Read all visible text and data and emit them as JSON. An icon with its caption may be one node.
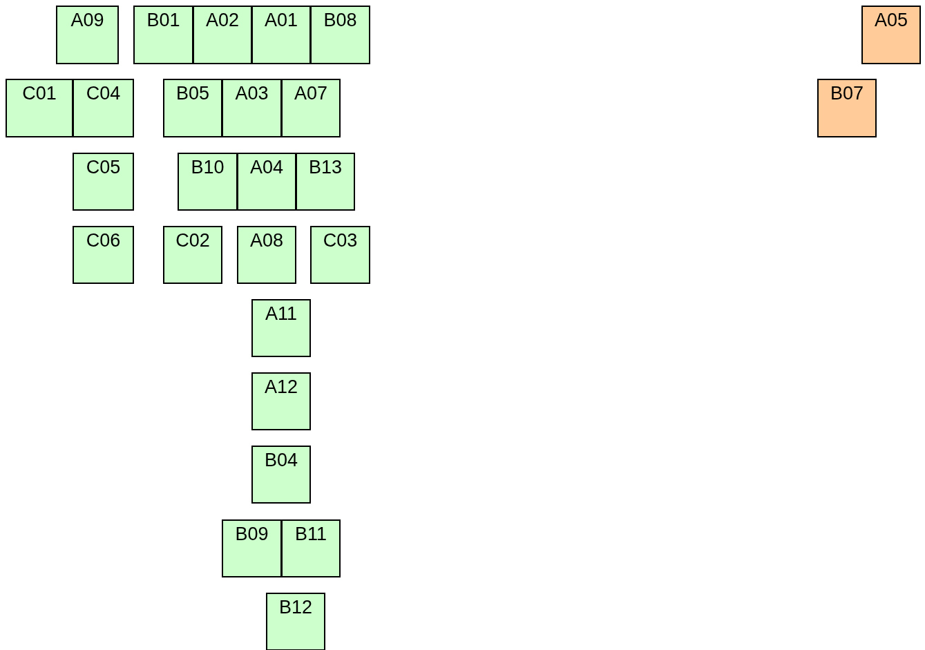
{
  "diagram": {
    "nodes": [
      {
        "text": [
          "A09"
        ]
      },
      {
        "text": [
          "B01"
        ]
      },
      {
        "text": [
          "A02"
        ]
      },
      {
        "text": [
          "A01"
        ]
      },
      {
        "text": [
          "B08"
        ]
      },
      {
        "text": [
          "A05"
        ]
      },
      {
        "text": [
          "C01"
        ]
      },
      {
        "text": [
          "C04"
        ]
      },
      {
        "text": [
          "B05"
        ]
      },
      {
        "text": [
          "A03"
        ]
      },
      {
        "text": [
          "A07"
        ]
      },
      {
        "text": [
          "B07"
        ]
      },
      {
        "text": [
          "C05"
        ]
      },
      {
        "text": [
          "B10"
        ]
      },
      {
        "text": [
          "A04"
        ]
      },
      {
        "text": [
          "B13"
        ]
      },
      {
        "text": [
          "C06"
        ]
      },
      {
        "text": [
          "C02"
        ]
      },
      {
        "text": [
          "A08"
        ]
      },
      {
        "text": [
          "C03"
        ]
      },
      {
        "text": [
          "A11"
        ]
      },
      {
        "text": [
          "A12"
        ]
      },
      {
        "text": [
          "B04"
        ]
      },
      {
        "text": [
          "B09"
        ]
      },
      {
        "text": [
          "B11"
        ]
      },
      {
        "text": [
          "B12"
        ]
      }
    ]
  }
}
